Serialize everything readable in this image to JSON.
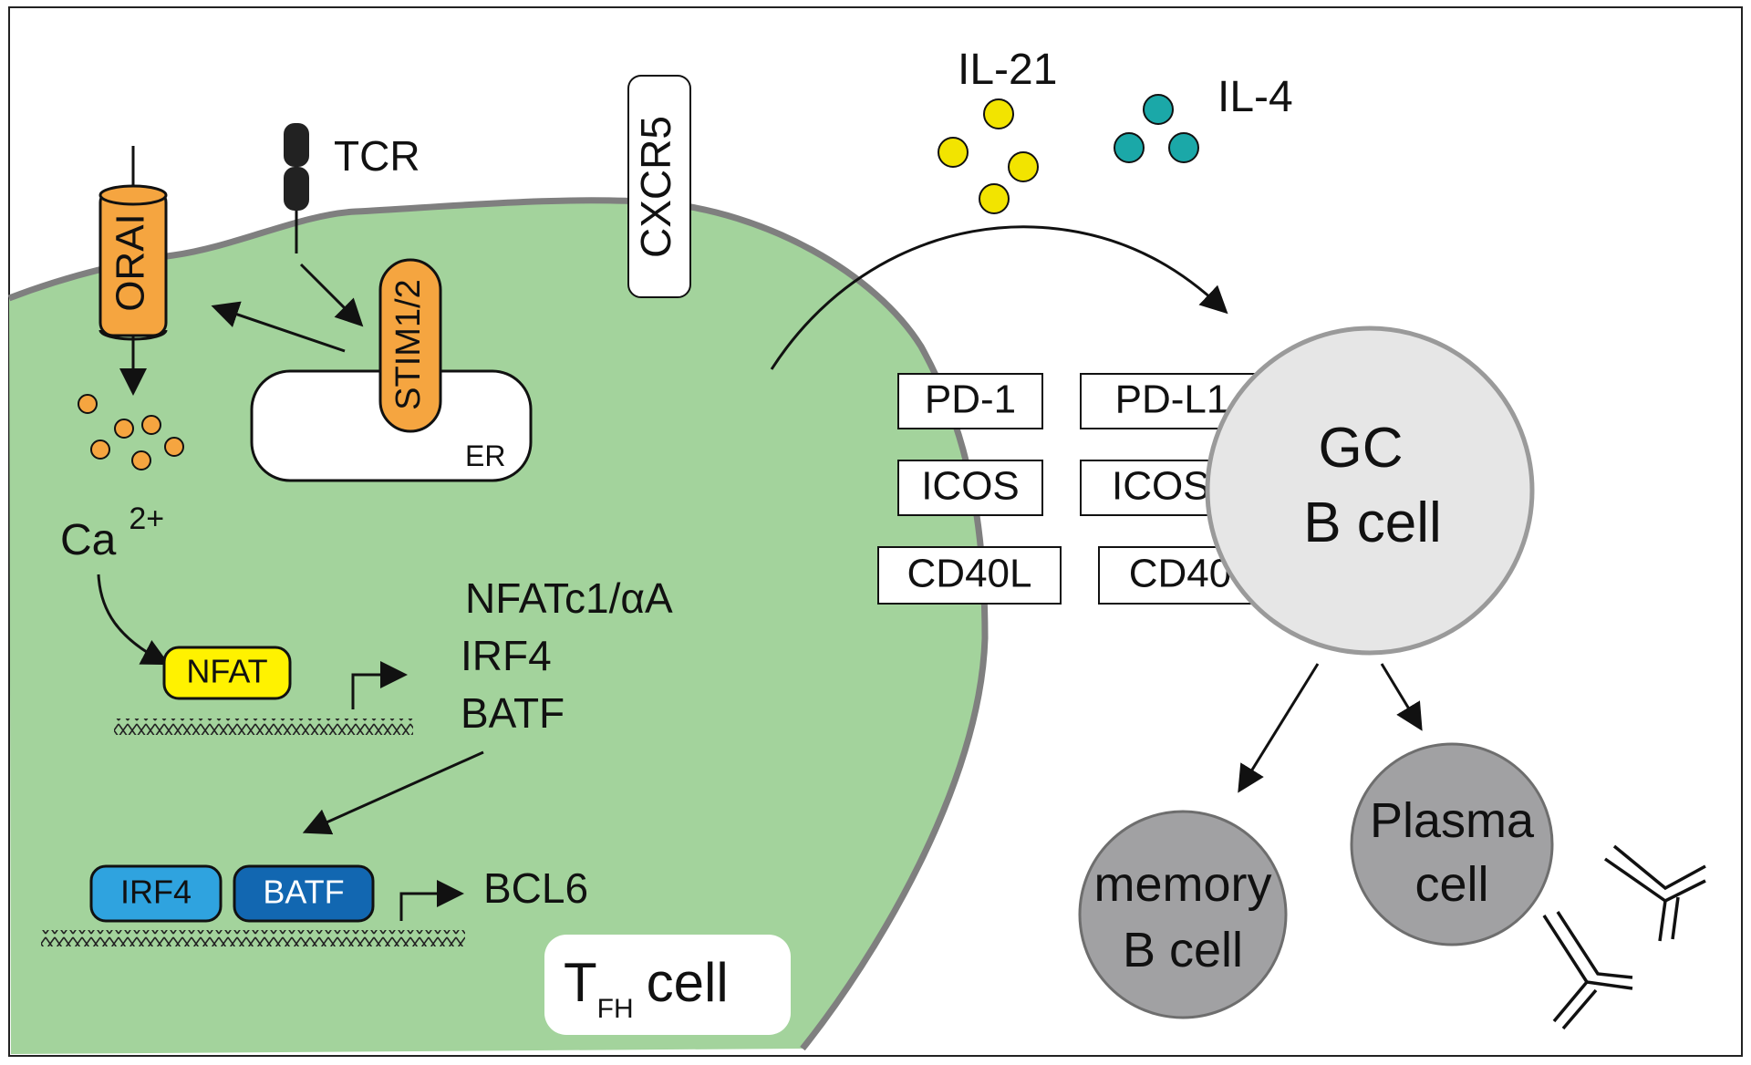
{
  "colors": {
    "cell_fill": "#a3d39c",
    "membrane": "#7f7f7f",
    "orange": "#f5a540",
    "il21": "#f2e400",
    "il4": "#1ba8a8",
    "nfat": "#fff200",
    "irf4": "#2fa3df",
    "batf": "#1267b1",
    "gc_fill": "#e6e6e6",
    "gc_stroke": "#9a9a9a",
    "mem_fill": "#a1a1a3"
  },
  "icons": [
    "orai-channel-icon",
    "tcr-receptor-icon",
    "stim-protein-icon",
    "calcium-ion-icon",
    "dna-helix-icon",
    "promoter-arrow-icon",
    "cytokine-dot-icon",
    "antibody-icon"
  ],
  "labels": {
    "tcr": "TCR",
    "orai": "ORAI",
    "stim": "STIM1/2",
    "er": "ER",
    "cxcr5": "CXCR5",
    "ca": "Ca",
    "ca_charge": "2+",
    "il21": "IL-21",
    "il4": "IL-4",
    "nfat": "NFAT",
    "targets": [
      "NFATc1/αA",
      "IRF4",
      "BATF"
    ],
    "irf4": "IRF4",
    "batf": "BATF",
    "bcl6": "BCL6",
    "tfh_t": "T",
    "tfh_sub": "FH",
    "tfh_cell": "cell",
    "gc_line1": "GC",
    "gc_line2": "B cell",
    "memory_line1": "memory",
    "memory_line2": "B cell",
    "plasma_line1": "Plasma",
    "plasma_line2": "cell"
  },
  "interactions": [
    {
      "left": "PD-1",
      "right": "PD-L1"
    },
    {
      "left": "ICOS",
      "right": "ICOSL"
    },
    {
      "left": "CD40L",
      "right": "CD40"
    }
  ]
}
